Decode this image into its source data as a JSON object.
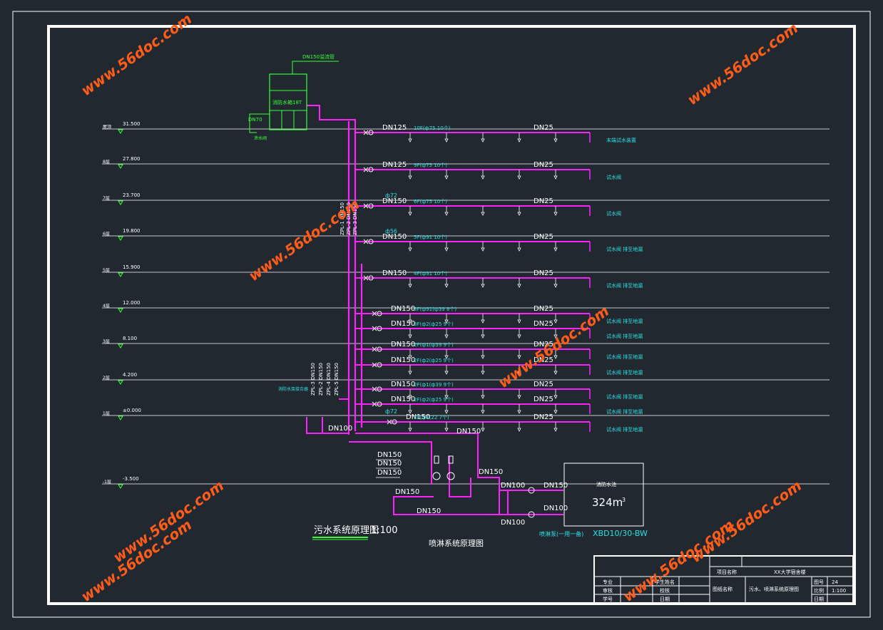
{
  "colors": {
    "background": "#212830",
    "frame": "#ffffff",
    "pipe": "#ff22ff",
    "label": "#2fe0e0",
    "tank": "#39ff39",
    "watermark": "#ff5c1a"
  },
  "floors": [
    {
      "label": "屋顶",
      "elev": "31.500"
    },
    {
      "label": "8层",
      "elev": "27.800"
    },
    {
      "label": "7层",
      "elev": "23.700"
    },
    {
      "label": "6层",
      "elev": "19.800"
    },
    {
      "label": "5层",
      "elev": "15.900"
    },
    {
      "label": "4层",
      "elev": "12.000"
    },
    {
      "label": "3层",
      "elev": "8.100"
    },
    {
      "label": "2层",
      "elev": "4.200"
    },
    {
      "label": "1层",
      "elev": "±0.000"
    },
    {
      "label": "-1层",
      "elev": "-3.500"
    }
  ],
  "tank_label": "消防水箱18T",
  "tank_pipe_label": "DN150溢流管",
  "tank_dn70": "DN70",
  "tank_drain": "泄水阀",
  "risers": [
    "ZPL-1 DN150",
    "ZPL-2 DN150",
    "ZPL-3 DN150"
  ],
  "lower_risers": [
    "ZPL-3 DN150",
    "ZPL-2 DN150",
    "ZPL-4 DN150",
    "ZPL-5 DN150"
  ],
  "branches": [
    {
      "dn_main": "DN125",
      "desc": "10F(ф75 10个)",
      "dn_end": "DN25",
      "note": "末端试水装置"
    },
    {
      "dn_main": "DN125",
      "desc": "9F(ф75 10个)",
      "dn_end": "DN25",
      "note": "试水阀"
    },
    {
      "dn_main": "DN150",
      "desc": "6F(ф75 10个)",
      "dn_end": "DN25",
      "orifice": "ф72",
      "note": "试水阀"
    },
    {
      "dn_main": "DN150",
      "desc": "5F(ф91 10个)",
      "dn_end": "DN25",
      "orifice": "ф56",
      "note": "试水阀 排至地漏"
    },
    {
      "dn_main": "DN150",
      "desc": "4F(ф91 10个)",
      "dn_end": "DN25",
      "note": "试水阀 排至地漏"
    },
    {
      "dn_main": "DN150",
      "desc": "3F(ф91(ф39 8个)",
      "dn_end": "DN25",
      "note": "试水阀 排至地漏"
    },
    {
      "dn_main": "DN150",
      "desc": "3F(ф2(ф25 9个)",
      "dn_end": "DN25",
      "note": "试水阀 排至地漏"
    },
    {
      "dn_main": "DN150",
      "desc": "2F(ф1(ф39 9个)",
      "dn_end": "DN25",
      "note": "试水阀 排至地漏"
    },
    {
      "dn_main": "DN150",
      "desc": "2F(ф2(ф25 9个)",
      "dn_end": "DN25",
      "note": "试水阀 排至地漏"
    },
    {
      "dn_main": "DN150",
      "desc": "2F(ф1(ф39 9个)",
      "dn_end": "DN25",
      "note": "试水阀 排至地漏"
    },
    {
      "dn_main": "DN150",
      "desc": "2F(ф2(ф25 9个)",
      "dn_end": "DN25",
      "note": "试水阀 排至地漏"
    },
    {
      "dn_main": "DN150",
      "desc": "1F(ф1(22 7个)",
      "dn_end": "DN25",
      "orifice": "ф72",
      "note": "试水阀 排至地漏"
    }
  ],
  "pump_labels": {
    "dn100": "DN100",
    "dn150_a": "DN150",
    "dn150_b": "DN150",
    "dn150_c": "DN150",
    "dn150_d": "DN150",
    "dn150_e": "DN150",
    "dn150_f": "DN150",
    "dn150_g": "DN150",
    "dn100_a": "DN100",
    "dn150_h": "DN150",
    "dn100_b": "DN100",
    "dn100_c": "DN100",
    "pump_note": "喷淋泵(一用一备)",
    "pump_model": "XBD10/30-BW",
    "adapter_label": "消防水泵接合器"
  },
  "pool": {
    "label": "消防水池",
    "volume": "324m",
    "sup": "3"
  },
  "titles": {
    "sewage": "污水系统原理图",
    "scale": "1:100",
    "spray": "喷淋系统原理图"
  },
  "titleblock": {
    "project_label": "项目名称",
    "project": "XX大学宿舍楼",
    "drawing_label": "图纸名称",
    "drawing": "污水、喷淋系统原理图",
    "major": "专业",
    "review": "审核",
    "student_no": "学号",
    "designer": "学生姓名",
    "checker": "校核",
    "date_label": "日期",
    "sheet_label": "图号",
    "sheet": "24",
    "scale_label": "比例",
    "scale": "1:100"
  },
  "watermarks": [
    "www.56doc.com",
    "www.56doc.com",
    "www.56doc.com",
    "www.56doc.com",
    "www.56doc.com",
    "www.56doc.com",
    "www.56doc.com",
    "www.56doc.com"
  ]
}
